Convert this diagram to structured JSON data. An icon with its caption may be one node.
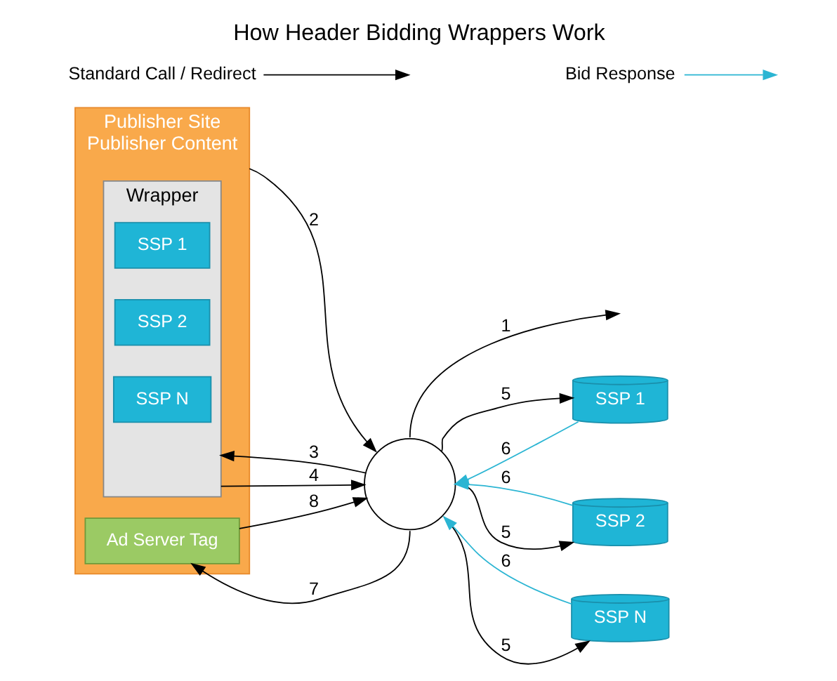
{
  "diagram": {
    "title": "How Header Bidding Wrappers Work",
    "nodes": [
      {
        "text": [
          "Publisher Site",
          "Publisher Content"
        ]
      },
      {
        "text": [
          "Wrapper"
        ],
        "in": 0
      },
      {
        "text": [
          "SSP 1"
        ],
        "in": 1
      },
      {
        "text": [
          "SSP 2"
        ],
        "in": 1
      },
      {
        "text": [
          "SSP N"
        ],
        "in": 1
      },
      {
        "text": [
          "Ad Server Tag"
        ],
        "in": 0
      },
      {
        "text": [],
        "shape": "circle"
      },
      {
        "text": [
          "SSP 1"
        ]
      },
      {
        "text": [
          "SSP 2"
        ]
      },
      {
        "text": [
          "SSP N"
        ]
      }
    ],
    "edges": [
      {
        "from": 6,
        "to": null,
        "arrow": "to",
        "label": "1"
      },
      {
        "from": 0,
        "to": 6,
        "arrow": "to",
        "label": "2"
      },
      {
        "from": 6,
        "to": 1,
        "arrow": "to",
        "label": "3"
      },
      {
        "from": 1,
        "to": 6,
        "arrow": "to",
        "label": "4"
      },
      {
        "from": 6,
        "to": 7,
        "arrow": "to",
        "label": "5"
      },
      {
        "from": 7,
        "to": 6,
        "arrow": "to",
        "label": "6",
        "color": "#2bb5d3"
      },
      {
        "from": 6,
        "to": 8,
        "arrow": "to",
        "label": "5"
      },
      {
        "from": 8,
        "to": 6,
        "arrow": "to",
        "label": "6",
        "color": "#2bb5d3"
      },
      {
        "from": 6,
        "to": 9,
        "arrow": "to",
        "label": "5"
      },
      {
        "from": 9,
        "to": 6,
        "arrow": "to",
        "label": "6",
        "color": "#2bb5d3"
      },
      {
        "from": 6,
        "to": 5,
        "arrow": "to",
        "label": "7"
      },
      {
        "from": 5,
        "to": 6,
        "arrow": "to",
        "label": "8"
      }
    ],
    "legend": [
      {
        "text": "Standard Call / Redirect"
      },
      {
        "text": "Bid Response"
      }
    ]
  }
}
